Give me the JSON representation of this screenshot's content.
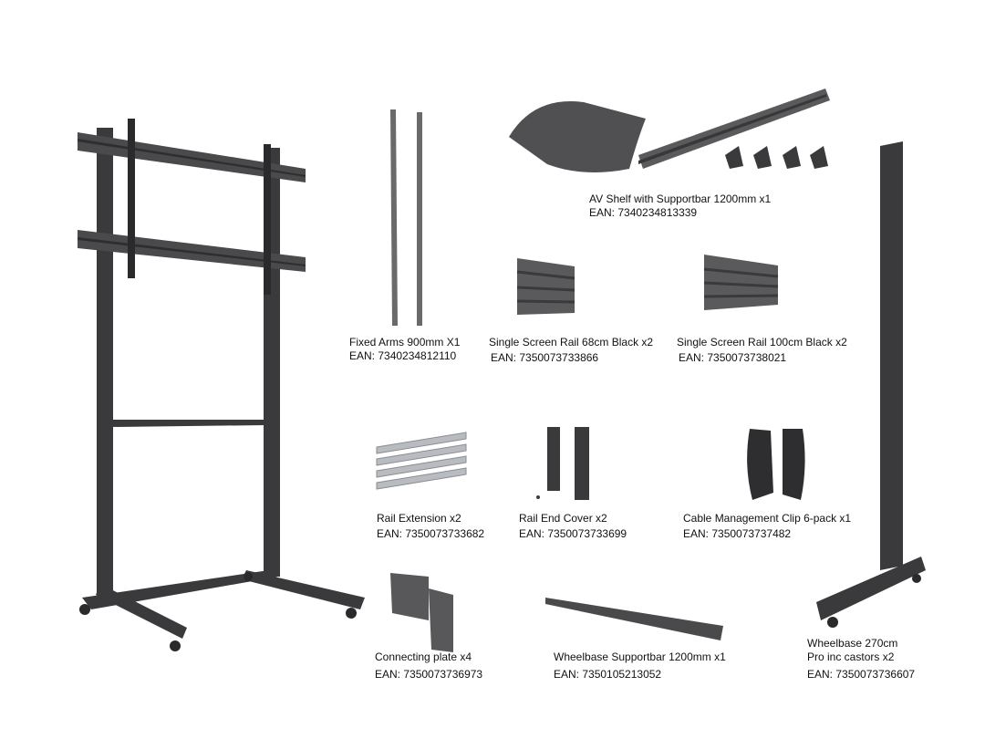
{
  "parts": [
    {
      "id": "fixed-arms",
      "name": "Fixed Arms 900mm  X1",
      "ean": "EAN: 7340234812110"
    },
    {
      "id": "av-shelf",
      "name": "AV Shelf with Supportbar 1200mm x1",
      "ean": "EAN: 7340234813339"
    },
    {
      "id": "rail-68",
      "name": "Single Screen Rail 68cm Black x2",
      "ean": "EAN: 7350073733866"
    },
    {
      "id": "rail-100",
      "name": "Single Screen Rail 100cm Black x2",
      "ean": "EAN: 7350073738021"
    },
    {
      "id": "rail-extension",
      "name": "Rail Extension x2",
      "ean": "EAN: 7350073733682"
    },
    {
      "id": "rail-end-cover",
      "name": "Rail End Cover x2",
      "ean": "EAN: 7350073733699"
    },
    {
      "id": "cable-clip",
      "name": "Cable Management Clip 6-pack x1",
      "ean": "EAN: 7350073737482"
    },
    {
      "id": "connecting-plate",
      "name": "Connecting plate x4",
      "ean": "EAN: 7350073736973"
    },
    {
      "id": "wheelbase-supportbar",
      "name": "Wheelbase Supportbar 1200mm x1",
      "ean": "EAN: 7350105213052"
    },
    {
      "id": "wheelbase-270",
      "name": "Wheelbase 270cm",
      "name2": "Pro inc castors x2",
      "ean": "EAN: 7350073736607"
    }
  ],
  "colors": {
    "metal_dark": "#3a3a3c",
    "metal_mid": "#58585b",
    "metal_light": "#8a8a8d",
    "silver": "#b8bcc0"
  }
}
